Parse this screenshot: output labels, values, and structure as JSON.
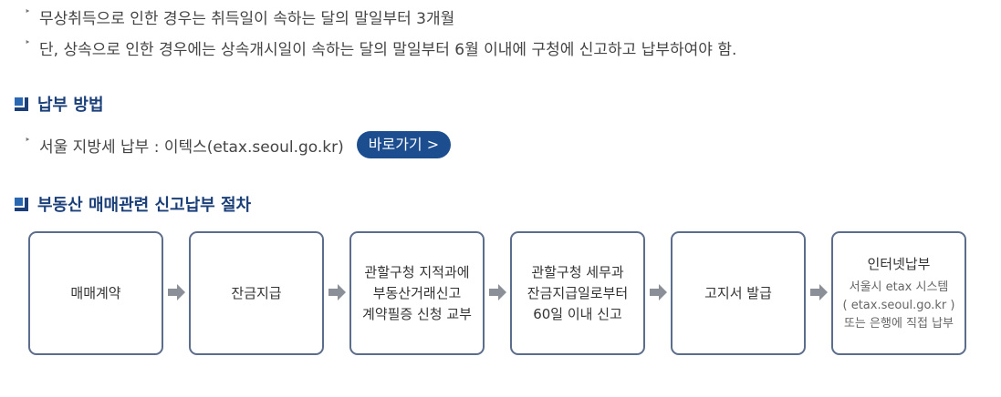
{
  "notes": [
    "무상취득으로 인한 경우는 취득일이 속하는 달의 말일부터 3개월",
    "단, 상속으로 인한 경우에는 상속개시일이 속하는 달의 말일부터 6월 이내에 구청에 신고하고 납부하여야 함."
  ],
  "payment": {
    "heading": "납부 방법",
    "text": "서울 지방세 납부 : 이텍스(etax.seoul.go.kr)",
    "button_label": "바로가기 >"
  },
  "procedure": {
    "heading": "부동산 매매관련 신고납부 절차",
    "steps": [
      {
        "lines": [
          "매매계약"
        ]
      },
      {
        "lines": [
          "잔금지급"
        ]
      },
      {
        "lines": [
          "관할구청 지적과에",
          "부동산거래신고",
          "계약필증 신청 교부"
        ]
      },
      {
        "lines": [
          "관할구청 세무과",
          "잔금지급일로부터",
          "60일 이내 신고"
        ]
      },
      {
        "lines": [
          "고지서 발급"
        ]
      },
      {
        "title": "인터넷납부",
        "sub": [
          "서울시 etax 시스템",
          "( etax.seoul.go.kr )",
          "또는 은행에 직접 납부"
        ]
      }
    ]
  },
  "colors": {
    "heading": "#1b3f78",
    "button": "#1b4d8f",
    "box_border": "#5c6d8c",
    "arrow": "#8a8f98"
  }
}
